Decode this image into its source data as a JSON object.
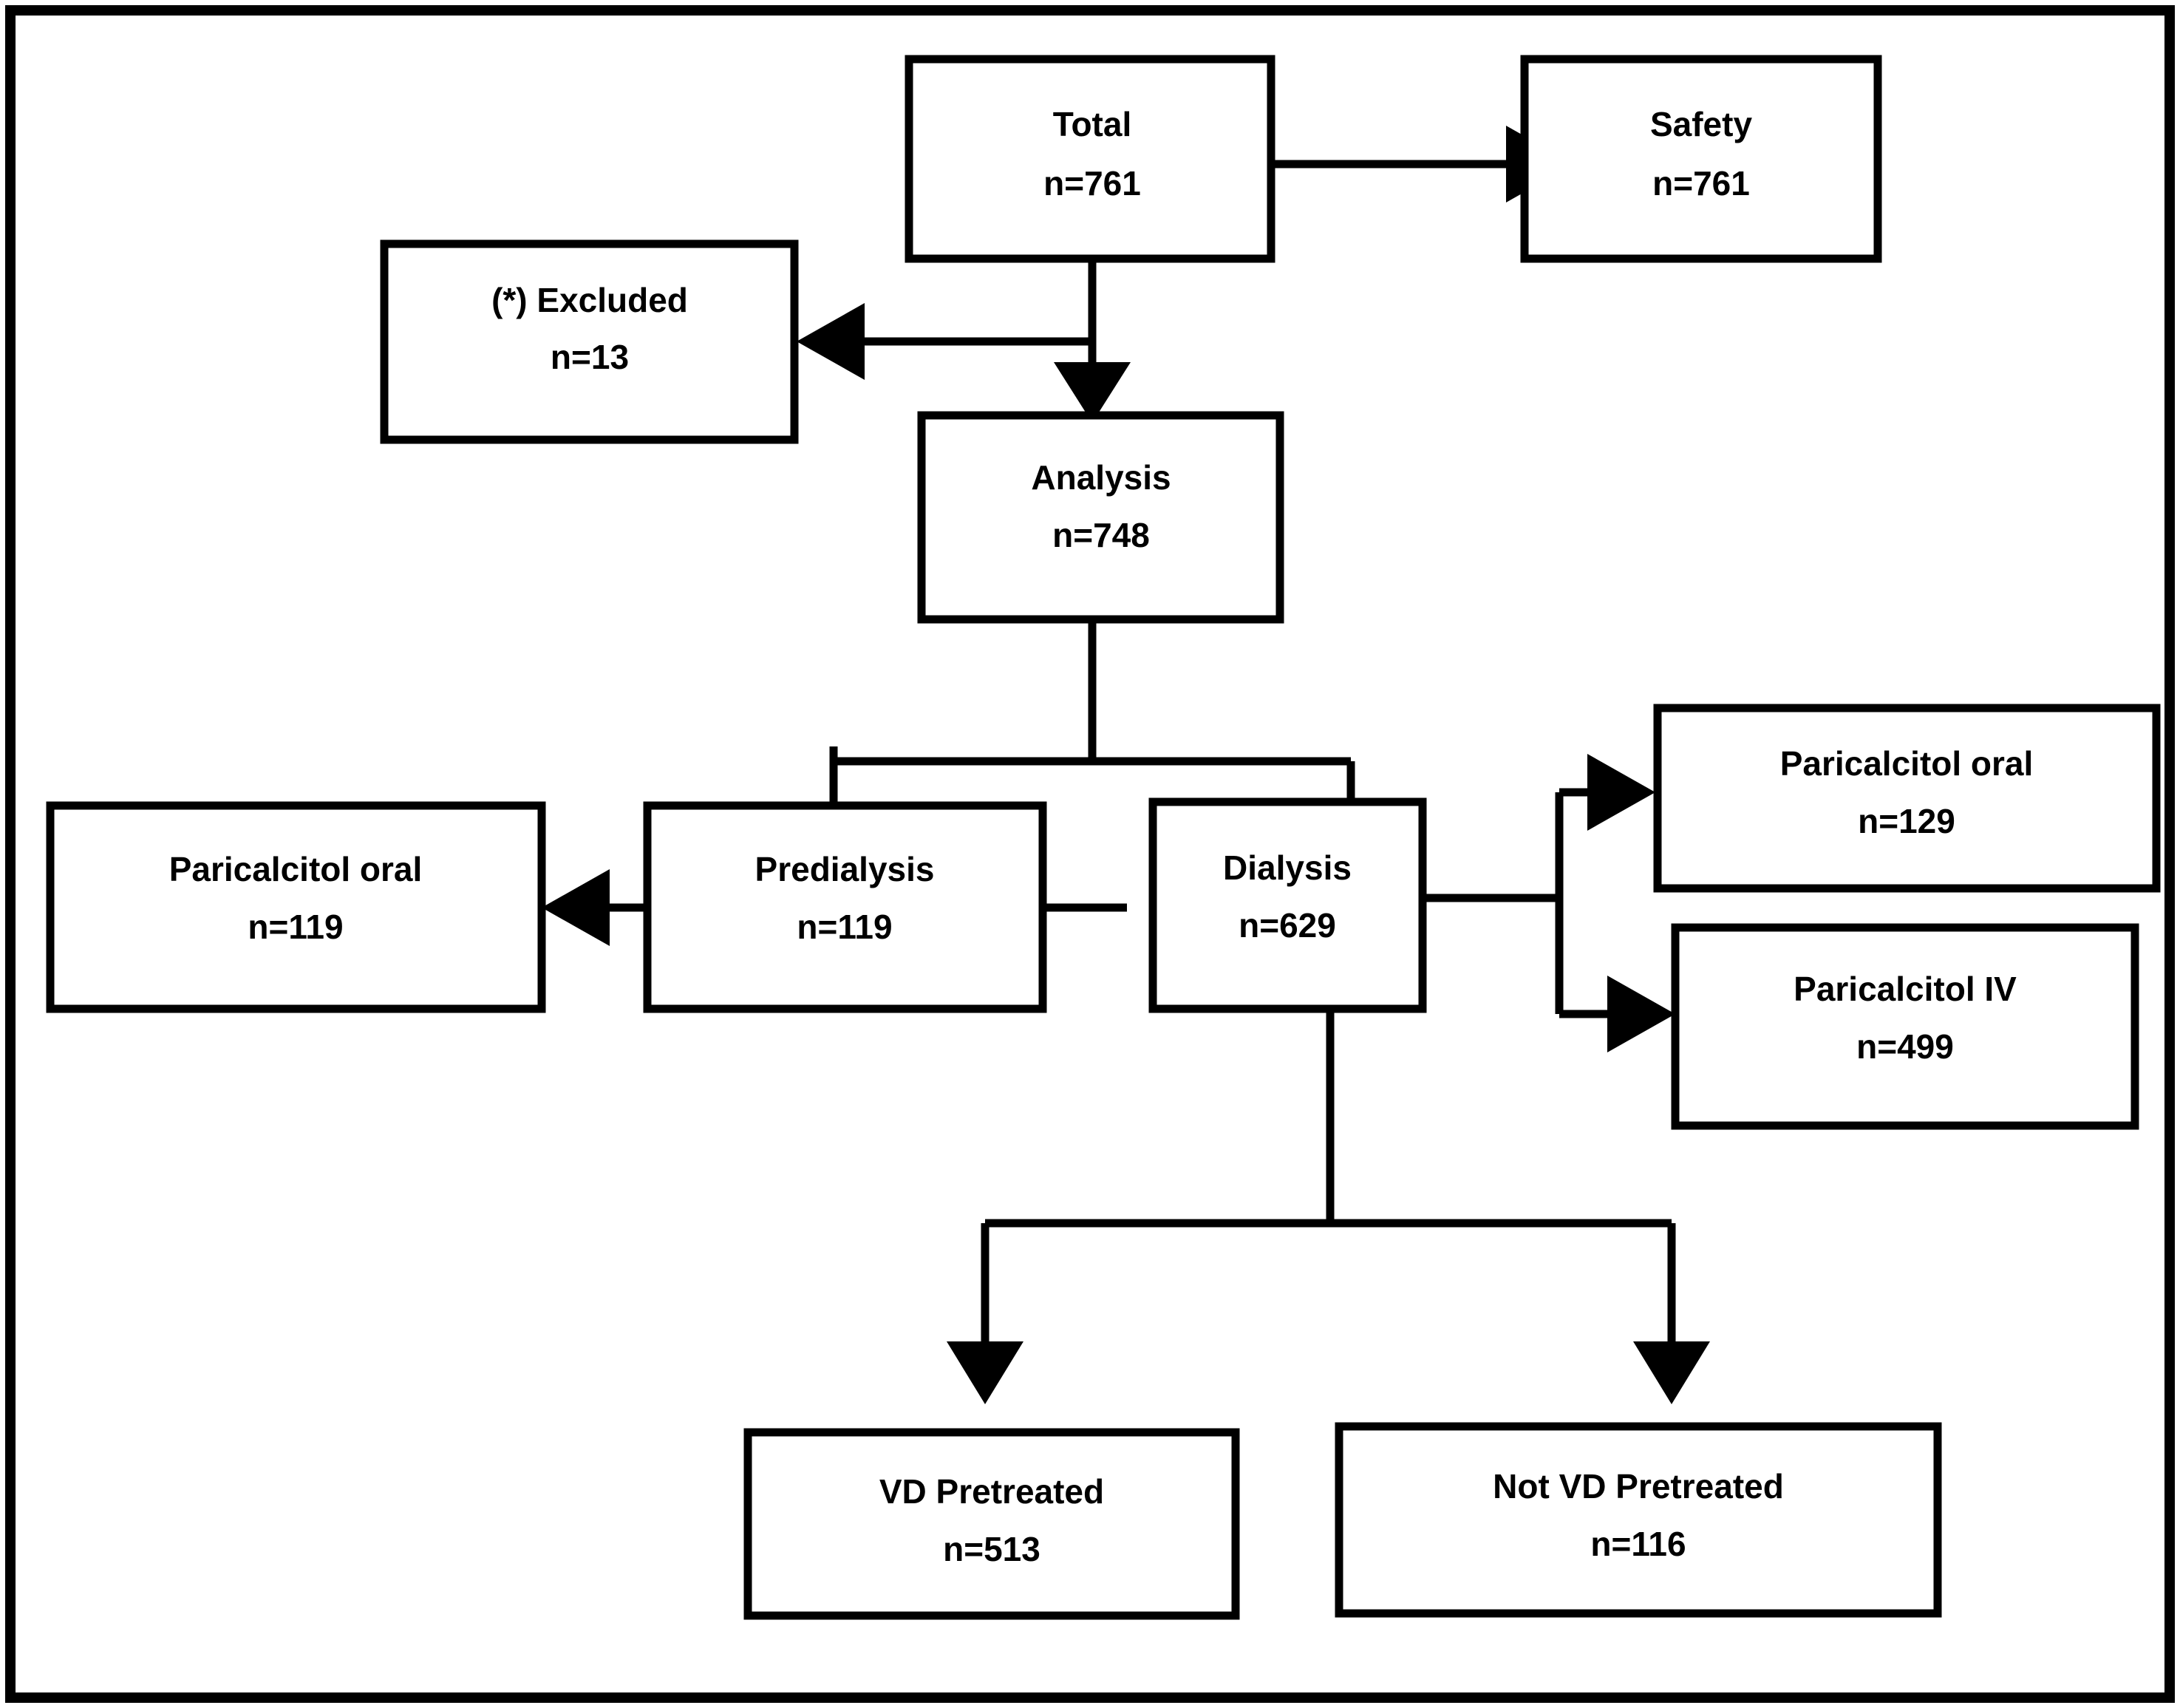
{
  "figure": {
    "type": "patient-flow-diagram",
    "border_color": "#000000",
    "background_color": "#ffffff",
    "text_color": "#000000"
  },
  "nodes": {
    "total": {
      "label": "Total",
      "count": "n=761"
    },
    "safety": {
      "label": "Safety",
      "count": "n=761"
    },
    "excluded": {
      "label": "(*) Excluded",
      "count": "n=13"
    },
    "analysis": {
      "label": "Analysis",
      "count": "n=748"
    },
    "predialysis": {
      "label": "Predialysis",
      "count": "n=119"
    },
    "dialysis": {
      "label": "Dialysis",
      "count": "n=629"
    },
    "pari_oral_pre": {
      "label": "Paricalcitol oral",
      "count": "n=119"
    },
    "pari_oral_dia": {
      "label": "Paricalcitol oral",
      "count": "n=129"
    },
    "pari_iv": {
      "label": "Paricalcitol IV",
      "count": "n=499"
    },
    "vd_pre": {
      "label": "VD Pretreated",
      "count": "n=513"
    },
    "not_vd_pre": {
      "label": "Not VD Pretreated",
      "count": "n=116"
    }
  },
  "chart_data": {
    "type": "diagram",
    "title": "",
    "flow": [
      {
        "from": "total",
        "to": "safety",
        "label": ""
      },
      {
        "from": "total",
        "to": "excluded",
        "label": ""
      },
      {
        "from": "total",
        "to": "analysis",
        "label": ""
      },
      {
        "from": "analysis",
        "to": "predialysis",
        "label": ""
      },
      {
        "from": "analysis",
        "to": "dialysis",
        "label": ""
      },
      {
        "from": "predialysis",
        "to": "pari_oral_pre",
        "label": ""
      },
      {
        "from": "dialysis",
        "to": "pari_oral_dia",
        "label": ""
      },
      {
        "from": "dialysis",
        "to": "pari_iv",
        "label": ""
      },
      {
        "from": "dialysis",
        "to": "vd_pre",
        "label": ""
      },
      {
        "from": "dialysis",
        "to": "not_vd_pre",
        "label": ""
      }
    ],
    "counts": {
      "total": 761,
      "safety": 761,
      "excluded": 13,
      "analysis": 748,
      "predialysis": 119,
      "dialysis": 629,
      "paricalcitol_oral_predialysis": 119,
      "paricalcitol_oral_dialysis": 129,
      "paricalcitol_iv": 499,
      "vd_pretreated": 513,
      "not_vd_pretreated": 116
    }
  }
}
